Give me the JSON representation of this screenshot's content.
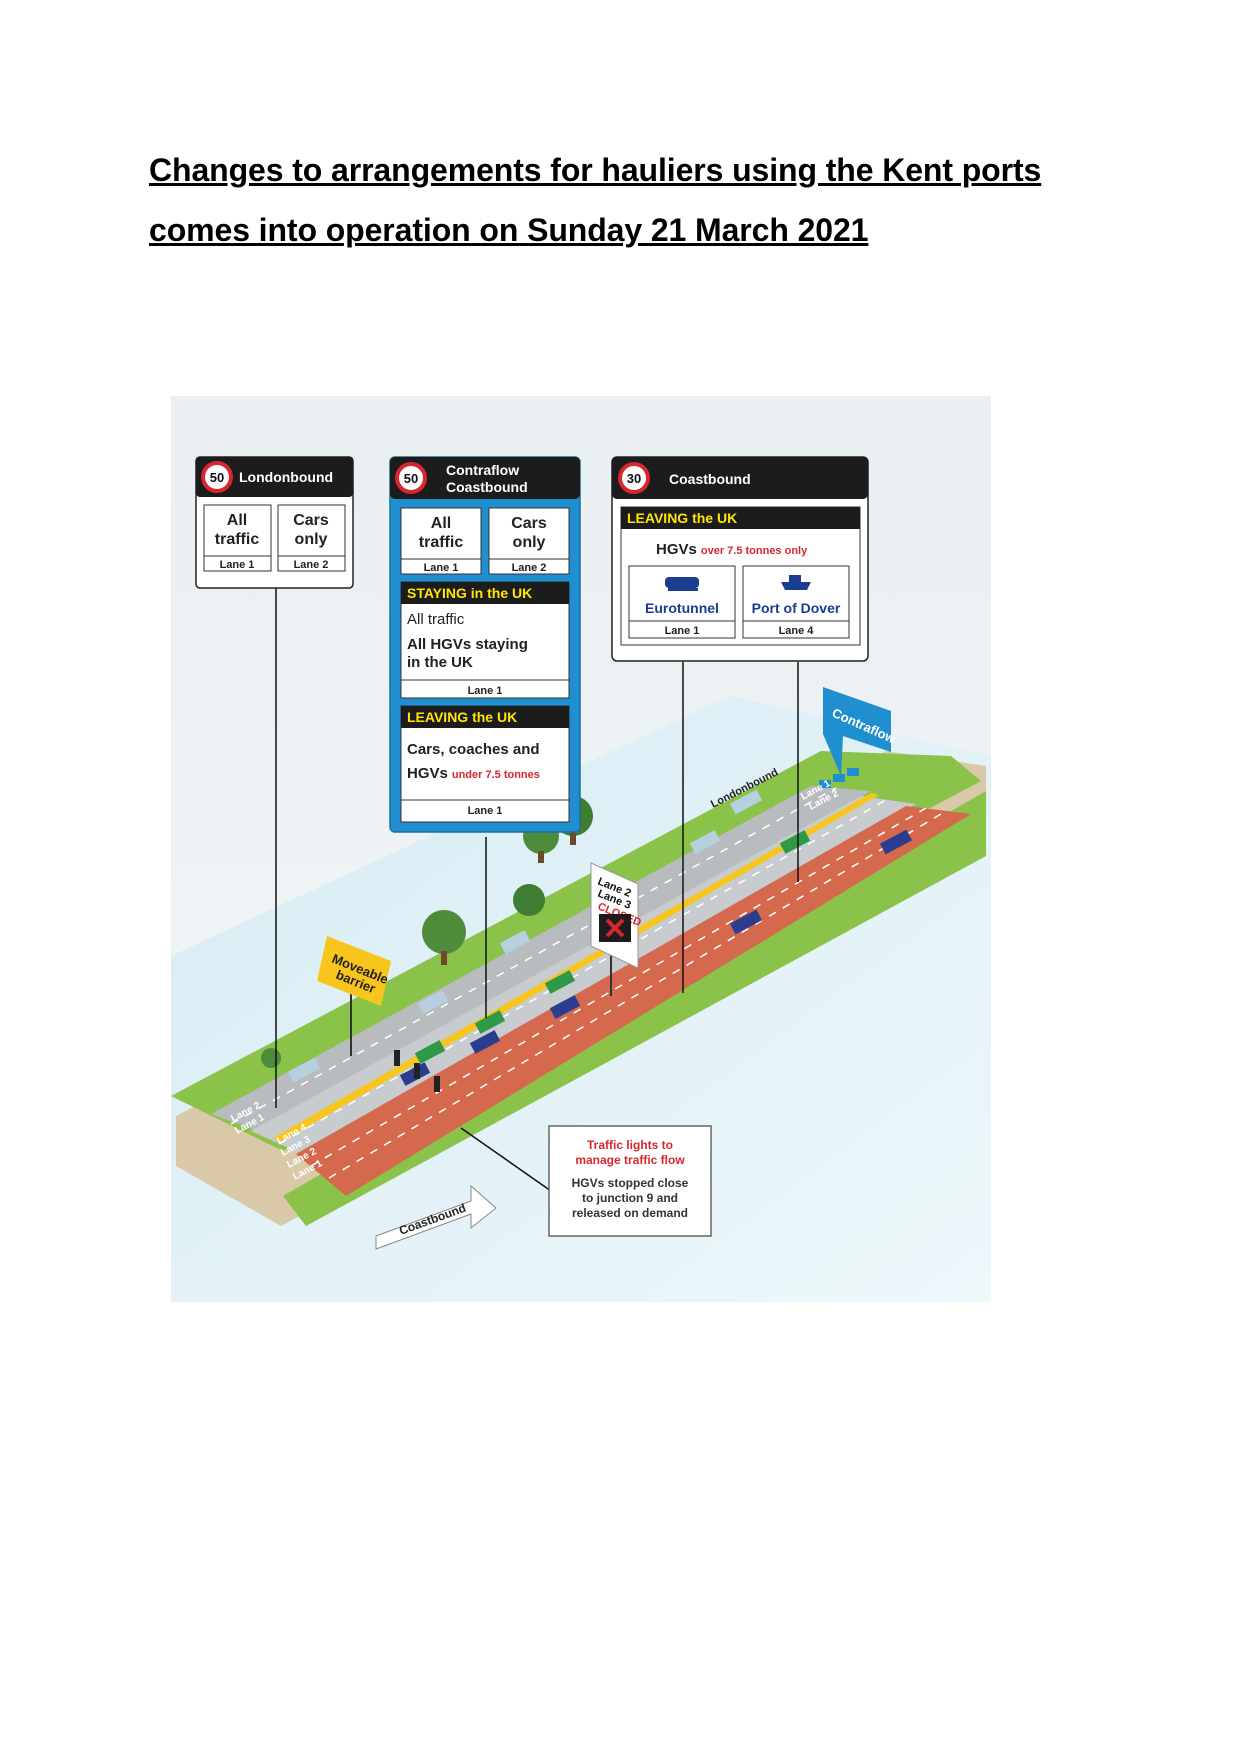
{
  "heading": {
    "line1": "Changes to arrangements for hauliers using the Kent ports",
    "line2": "comes into operation on Sunday 21 March 2021"
  },
  "figure": {
    "signs": {
      "londonbound": {
        "speed_limit": "50",
        "title": "Londonbound",
        "lanes": [
          {
            "line1": "All",
            "line2": "traffic",
            "lane": "Lane 1"
          },
          {
            "line1": "Cars",
            "line2": "only",
            "lane": "Lane 2"
          }
        ]
      },
      "contraflow": {
        "speed_limit": "50",
        "title_line1": "Contraflow",
        "title_line2": "Coastbound",
        "lanes": [
          {
            "line1": "All",
            "line2": "traffic",
            "lane": "Lane 1"
          },
          {
            "line1": "Cars",
            "line2": "only",
            "lane": "Lane 2"
          }
        ],
        "staying": {
          "header": "STAYING in the UK",
          "line1": "All traffic",
          "line2": "All HGVs staying",
          "line3": "in the UK",
          "lane": "Lane 1"
        },
        "leaving": {
          "header": "LEAVING the UK",
          "line1": "Cars, coaches and",
          "hgvs": "HGVs",
          "weight": "under 7.5 tonnes",
          "lane": "Lane 1"
        }
      },
      "coastbound": {
        "speed_limit": "30",
        "title": "Coastbound",
        "leaving_header": "LEAVING the UK",
        "hgvs": "HGVs",
        "weight": "over 7.5 tonnes only",
        "destinations": [
          {
            "name": "Eurotunnel",
            "lane": "Lane 1",
            "icon": "train-icon"
          },
          {
            "name": "Port of Dover",
            "lane": "Lane 4",
            "icon": "ferry-icon"
          }
        ]
      }
    },
    "road_labels": {
      "londonbound": "Londonbound",
      "coastbound": "Coastbound",
      "contraflow": "Contraflow",
      "moveable_barrier_line1": "Moveable",
      "moveable_barrier_line2": "barrier",
      "lane_closed": {
        "line1": "Lane 2",
        "line2": "Lane 3",
        "line3": "CLOSED"
      },
      "lanes_left_top": [
        "Lane 2",
        "Lane 1"
      ],
      "lanes_left_bottom": [
        "Lane 4",
        "Lane 3",
        "Lane 2",
        "Lane 1"
      ],
      "lanes_right": [
        "Lane 1",
        "Lane 2"
      ]
    },
    "traffic_lights_box": {
      "title_line1": "Traffic lights to",
      "title_line2": "manage traffic flow",
      "body_line1": "HGVs stopped close",
      "body_line2": "to junction 9 and",
      "body_line3": "released on demand"
    },
    "colors": {
      "sign_blue": "#1f8fd0",
      "leaving_yellow": "#ffe600",
      "hgv_lane_red": "#d5694e",
      "grass_green": "#8ac24a",
      "weight_red": "#d7262e",
      "barrier_yellow": "#f7c51b"
    }
  }
}
